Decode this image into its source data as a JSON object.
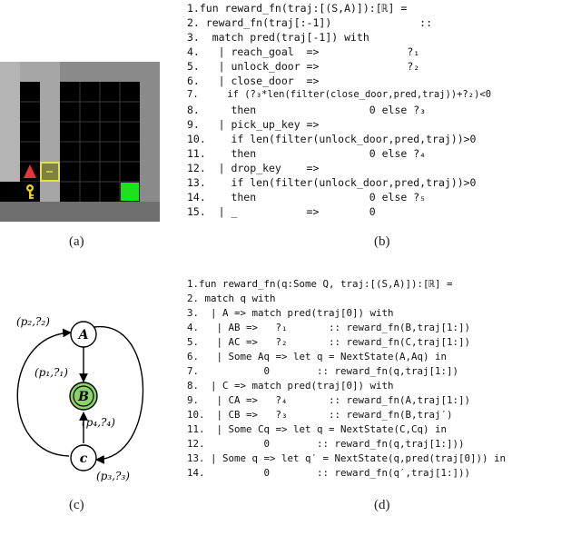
{
  "panel_labels": {
    "a": "(a)",
    "b": "(b)",
    "c": "(c)",
    "d": "(d)"
  },
  "code_b": [
    "1.fun reward_fn(traj:[(S,A)]):[ℝ] =",
    "2. reward_fn(traj[:-1])              ::",
    "3.  match pred(traj[-1]) with",
    "4.   | reach_goal  =>              ?₁",
    "5.   | unlock_door =>              ?₂",
    "6.   | close_door  =>",
    "7.     if (?₃*len(filter(close_door,pred,traj))+?₂)<0",
    "8.     then                  0 else ?₃",
    "9.   | pick_up_key =>",
    "10.    if len(filter(unlock_door,pred,traj))>0",
    "11.    then                  0 else ?₄",
    "12.  | drop_key    =>",
    "13.    if len(filter(unlock_door,pred,traj))>0",
    "14.    then                  0 else ?₅",
    "15.  | _           =>        0"
  ],
  "code_d": [
    "1.fun reward_fn(q:Some Q, traj:[(S,A)]):[ℝ] =",
    "2. match q with",
    "3.  | A => match pred(traj[0]) with",
    "4.   | AB =>   ?₁       :: reward_fn(B,traj[1:])",
    "5.   | AC =>   ?₂       :: reward_fn(C,traj[1:])",
    "6.   | Some Aq => let q = NextState(A,Aq) in",
    "7.           0        :: reward_fn(q,traj[1:])",
    "8.  | C => match pred(traj[0]) with",
    "9.   | CA =>   ?₄       :: reward_fn(A,traj[1:])",
    "10.  | CB =>   ?₃       :: reward_fn(B,traj′)",
    "11.  | Some Cq => let q = NextState(C,Cq) in",
    "12.          0        :: reward_fn(q,traj[1:]))",
    "13. | Some q => let q′ = NextState(q,pred(traj[0])) in",
    "14.          0        :: reward_fn(q′,traj[1:]))"
  ],
  "automaton": {
    "nodes": {
      "A": "A",
      "B": "B",
      "C": "c"
    },
    "edges": {
      "ca": "(p₂,?₂)",
      "ab": "(p₁,?₁)",
      "cb": "(p₄,?₄)",
      "ac": "(p₃,?₃)"
    }
  },
  "colors": {
    "goal": "#1ee01e",
    "agent": "#e8353a",
    "key": "#e8d21c",
    "door": "#cccc33",
    "node_b_fill": "#8cd46a"
  }
}
